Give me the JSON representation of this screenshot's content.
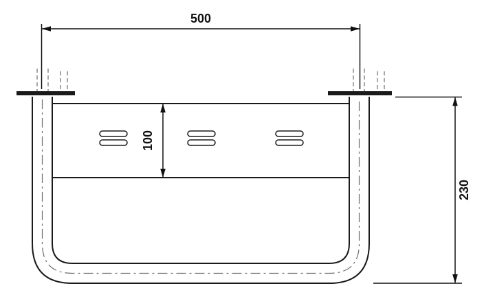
{
  "diagram": {
    "labels": {
      "width": "500",
      "panel_height": "100",
      "total_height": "230"
    },
    "colors": {
      "line": "#1a1a1a",
      "hidden_line": "#8a8a8a",
      "background": "#ffffff"
    }
  }
}
